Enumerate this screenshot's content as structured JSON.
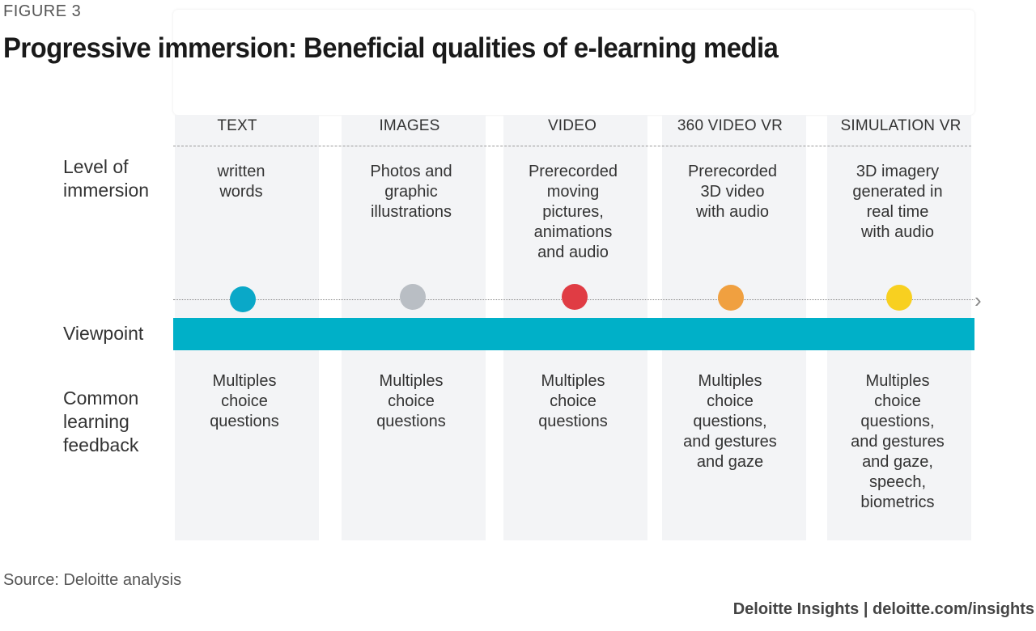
{
  "figure_label": "FIGURE 3",
  "title": "Progressive immersion: Beneficial qualities of e-learning media",
  "row_labels": {
    "immersion": [
      "Level of",
      "immersion"
    ],
    "viewpoint": "Viewpoint",
    "feedback": [
      "Common",
      "learning",
      "feedback"
    ]
  },
  "columns": [
    {
      "header": "TEXT",
      "immersion": [
        "written",
        "words"
      ],
      "feedback": [
        "Multiples",
        "choice",
        "questions"
      ],
      "dot_color": "#0aa8c8"
    },
    {
      "header": "IMAGES",
      "immersion": [
        "Photos and",
        "graphic",
        "illustrations"
      ],
      "feedback": [
        "Multiples",
        "choice",
        "questions"
      ],
      "dot_color": "#b9bec4"
    },
    {
      "header": "VIDEO",
      "immersion": [
        "Prerecorded",
        "moving",
        "pictures,",
        "animations",
        "and audio"
      ],
      "feedback": [
        "Multiples",
        "choice",
        "questions"
      ],
      "dot_color": "#e03c44"
    },
    {
      "header": "360 VIDEO VR",
      "immersion": [
        "Prerecorded",
        "3D video",
        "with audio"
      ],
      "feedback": [
        "Multiples",
        "choice",
        "questions,",
        "and gestures",
        "and gaze"
      ],
      "dot_color": "#f0a040"
    },
    {
      "header": "SIMULATION VR",
      "immersion": [
        "3D imagery",
        "generated in",
        "real time",
        "with audio"
      ],
      "feedback": [
        "Multiples",
        "choice",
        "questions,",
        "and gestures",
        "and gaze,",
        "speech,",
        "biometrics"
      ],
      "dot_color": "#f8d020"
    }
  ],
  "colors": {
    "viewpoint_bar": "#00b0c8",
    "column_bg": "#f3f4f6"
  },
  "arrow_icon": "chevron-right-icon",
  "source": "Source: Deloitte analysis",
  "brand": "Deloitte Insights | deloitte.com/insights"
}
